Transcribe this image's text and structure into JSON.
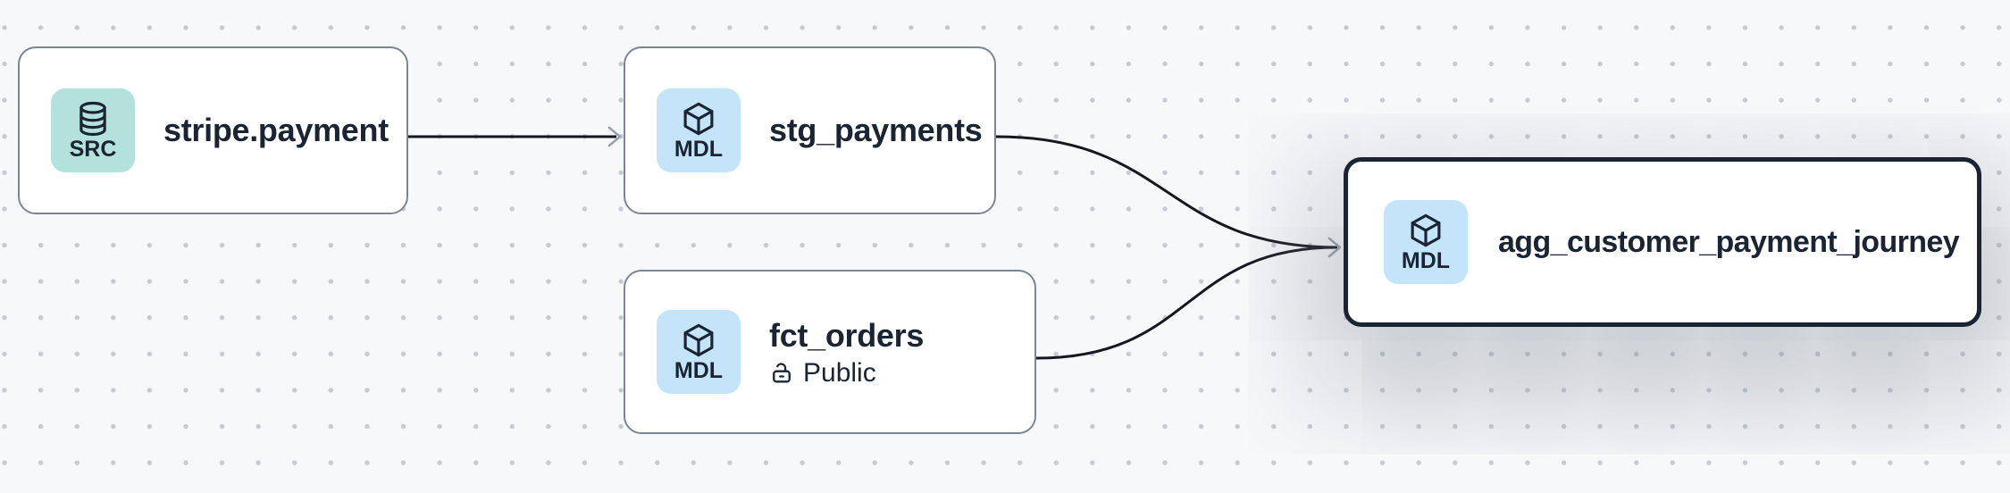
{
  "canvas": {
    "background": "#f7f8fa",
    "dot_color": "#c6cad3"
  },
  "colors": {
    "node_bg": "#ffffff",
    "node_border": "#7d8594",
    "selected_border": "#1b2433",
    "text": "#1b2433",
    "edge": "#15181f",
    "arrowhead": "#9aa1ad",
    "src_badge_bg": "#b3e1dc",
    "mdl_badge_bg": "#c3e4f9"
  },
  "nodes": [
    {
      "label": "stripe.payment",
      "badge": "SRC",
      "icon": "database-icon",
      "type": "source",
      "selected": false
    },
    {
      "label": "stg_payments",
      "badge": "MDL",
      "icon": "cube-icon",
      "type": "model",
      "selected": false
    },
    {
      "label": "fct_orders",
      "badge": "MDL",
      "icon": "cube-icon",
      "type": "model",
      "access_label": "Public",
      "access_icon": "unlock-icon",
      "selected": false
    },
    {
      "label": "agg_customer_payment_journey",
      "badge": "MDL",
      "icon": "cube-icon",
      "type": "model",
      "selected": true
    }
  ],
  "edges": [
    {
      "from": "stripe.payment",
      "to": "stg_payments"
    },
    {
      "from": "stg_payments",
      "to": "agg_customer_payment_journey"
    },
    {
      "from": "fct_orders",
      "to": "agg_customer_payment_journey"
    }
  ]
}
